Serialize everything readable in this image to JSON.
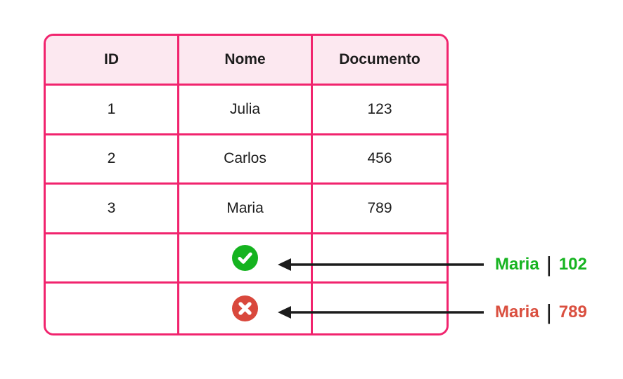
{
  "table": {
    "headers": [
      "ID",
      "Nome",
      "Documento"
    ],
    "rows": [
      {
        "id": "1",
        "nome": "Julia",
        "documento": "123"
      },
      {
        "id": "2",
        "nome": "Carlos",
        "documento": "456"
      },
      {
        "id": "3",
        "nome": "Maria",
        "documento": "789"
      }
    ],
    "result_rows": [
      {
        "icon": "check-circle-icon"
      },
      {
        "icon": "x-circle-icon"
      }
    ]
  },
  "annotations": [
    {
      "name": "Maria",
      "separator": "|",
      "value": "102"
    },
    {
      "name": "Maria",
      "separator": "|",
      "value": "789"
    }
  ],
  "colors": {
    "table_border": "#F1246E",
    "header_bg": "#FCE8F0",
    "success_green": "#15B31F",
    "error_red": "#D9483C",
    "label_green": "#17B421",
    "label_red": "#DA4F3F",
    "arrow": "#1C1C1C"
  }
}
